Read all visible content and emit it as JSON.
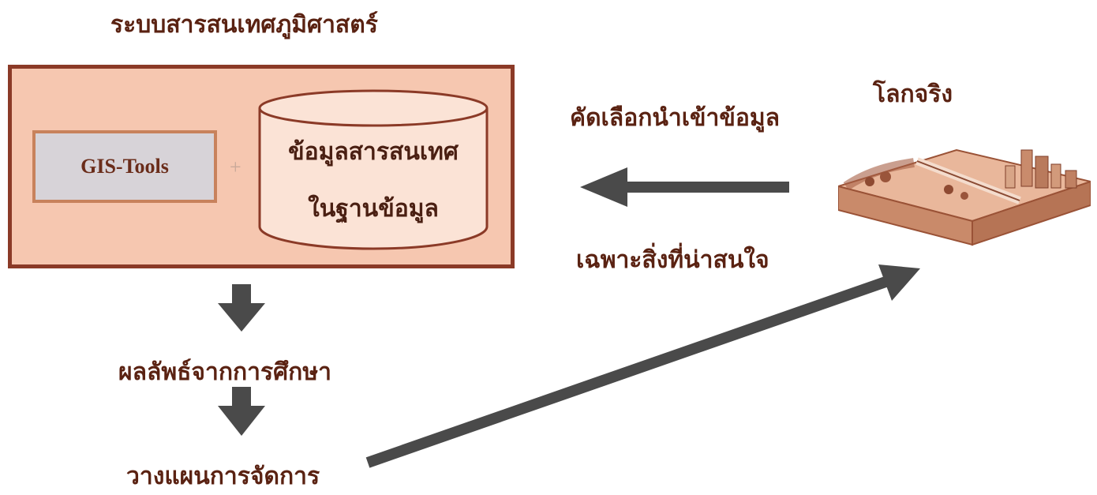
{
  "system_title": "ระบบสารสนเทศภูมิศาสตร์",
  "tools_label": "GIS-Tools",
  "plus_sign": "+",
  "database_line1": "ข้อมูลสารสนเทศ",
  "database_line2": "ในฐานข้อมูล",
  "select_data_label": "คัดเลือกนำเข้าข้อมูล",
  "interest_label": "เฉพาะสิ่งที่น่าสนใจ",
  "real_world_label": "โลกจริง",
  "result_label": "ผลลัพธ์จากการศึกษา",
  "plan_label": "วางแผนการจัดการ",
  "colors": {
    "box_fill": "#f6c7b0",
    "box_border": "#8b3a27",
    "tools_fill": "#d7d3d8",
    "arrow": "#4a4a4a",
    "text": "#5a2212"
  }
}
